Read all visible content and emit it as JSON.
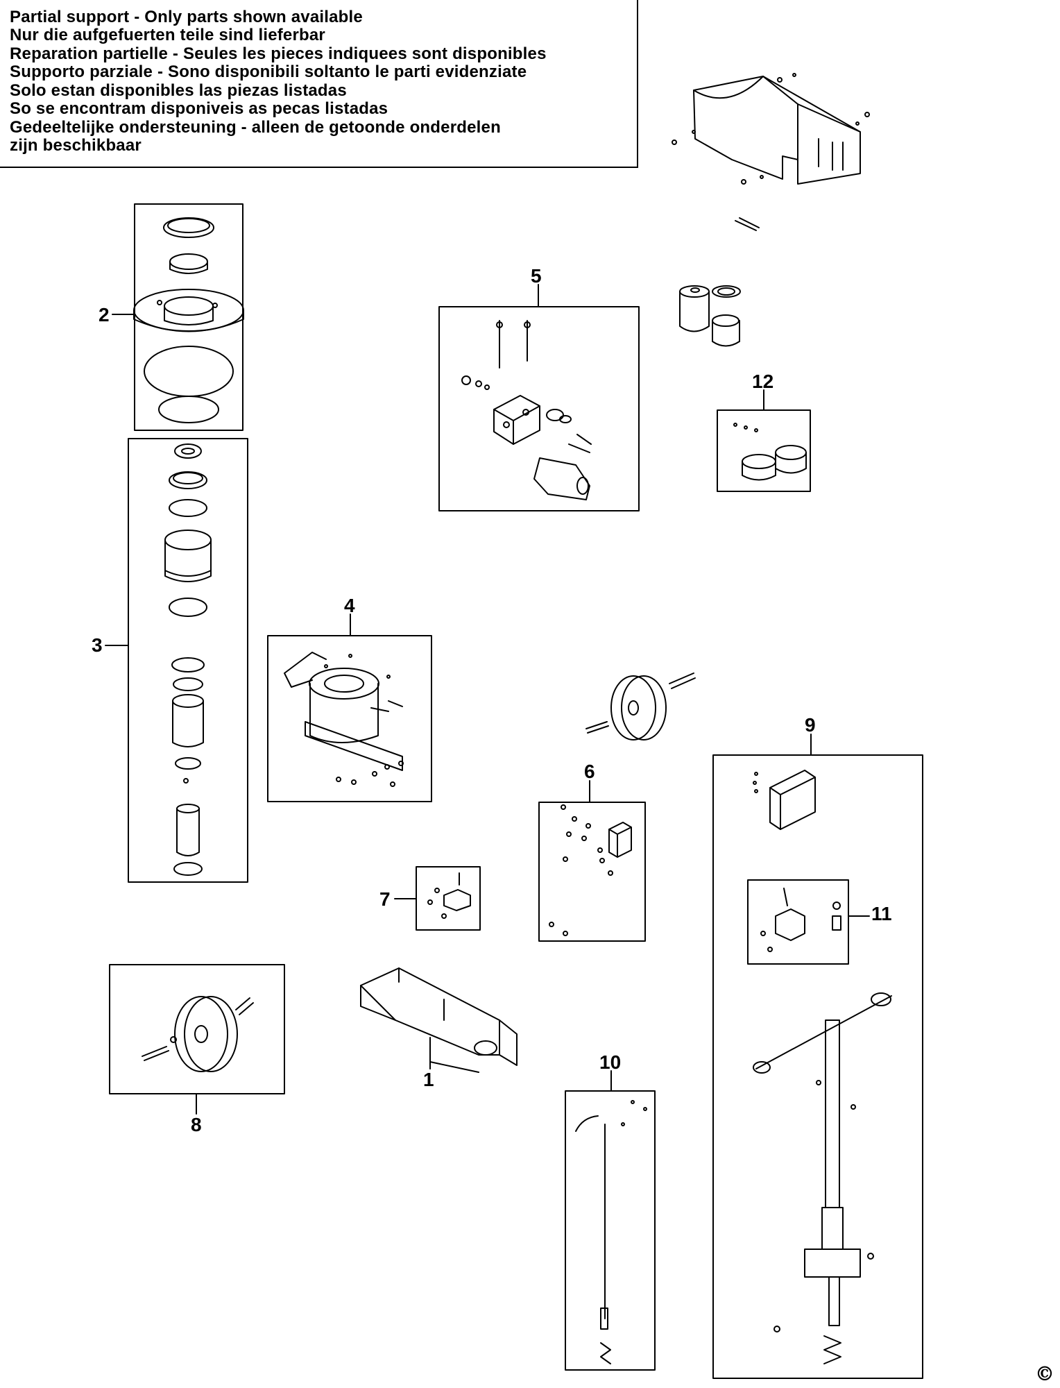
{
  "notice": {
    "lines": [
      "Partial support - Only parts shown available",
      "Nur die aufgefuerten teile sind lieferbar",
      "Reparation partielle - Seules les pieces indiquees sont disponibles",
      "Supporto parziale - Sono disponibili soltanto le parti evidenziate",
      "Solo estan disponibles las piezas listadas",
      "So se encontram disponiveis as pecas listadas",
      "Gedeeltelijke ondersteuning - alleen de getoonde onderdelen",
      "zijn beschikbaar"
    ]
  },
  "callouts": {
    "c1": "1",
    "c2": "2",
    "c3": "3",
    "c4": "4",
    "c5": "5",
    "c6": "6",
    "c7": "7",
    "c8": "8",
    "c9": "9",
    "c10": "10",
    "c11": "11",
    "c12": "12"
  },
  "copyright": "©",
  "colors": {
    "line": "#000000",
    "background": "#ffffff"
  }
}
